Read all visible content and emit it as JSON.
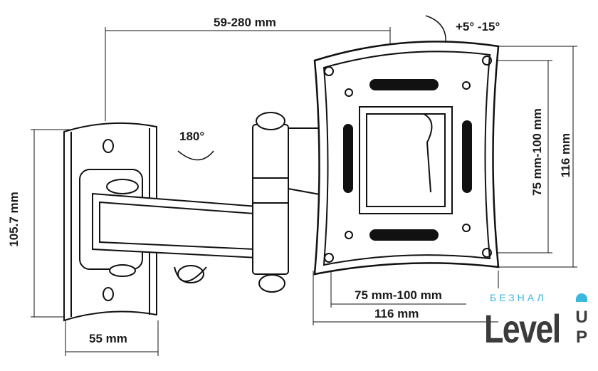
{
  "dimensions": {
    "arm_extension": "59-280 mm",
    "tilt": "+5° -15°",
    "swivel": "180°",
    "plate_height": "105.7 mm",
    "plate_width": "55 mm",
    "vesa_vertical": "75 mm-100 mm",
    "vesa_vertical_outer": "116 mm",
    "vesa_horizontal": "75 mm-100 mm",
    "vesa_horizontal_outer": "116 mm"
  },
  "logo": {
    "sub": "БЕЗНАЛ",
    "main": "Level",
    "up": "UP",
    "accent": "#3ab7dc"
  }
}
